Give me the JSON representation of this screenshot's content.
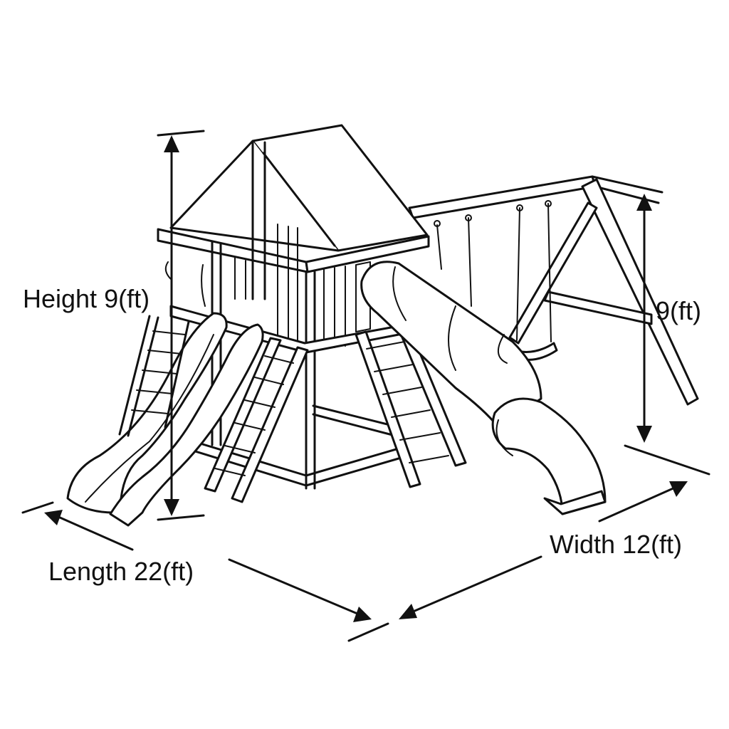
{
  "diagram": {
    "labels": {
      "height": "Height 9(ft)",
      "swing_height": "9(ft)",
      "length": "Length 22(ft)",
      "width": "Width 12(ft)"
    },
    "colors": {
      "ink": "#111111",
      "background": "#ffffff"
    }
  }
}
